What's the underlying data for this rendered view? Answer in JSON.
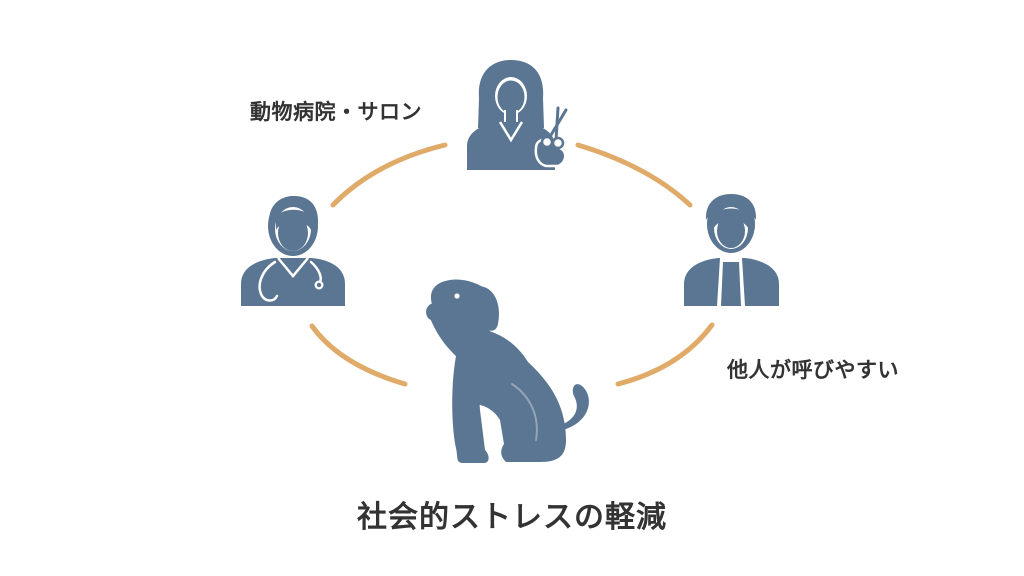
{
  "labels": {
    "top_left": "動物病院・サロン",
    "right": "他人が呼びやすい"
  },
  "caption": "社会的ストレスの軽減",
  "colors": {
    "figure": "#5a7692",
    "arc": "#e0aa69",
    "text": "#333333",
    "background": "#ffffff"
  },
  "icons": {
    "top": "groomer-with-scissors-icon",
    "left": "veterinarian-with-stethoscope-icon",
    "right": "person-icon",
    "center": "sitting-dog-icon"
  }
}
